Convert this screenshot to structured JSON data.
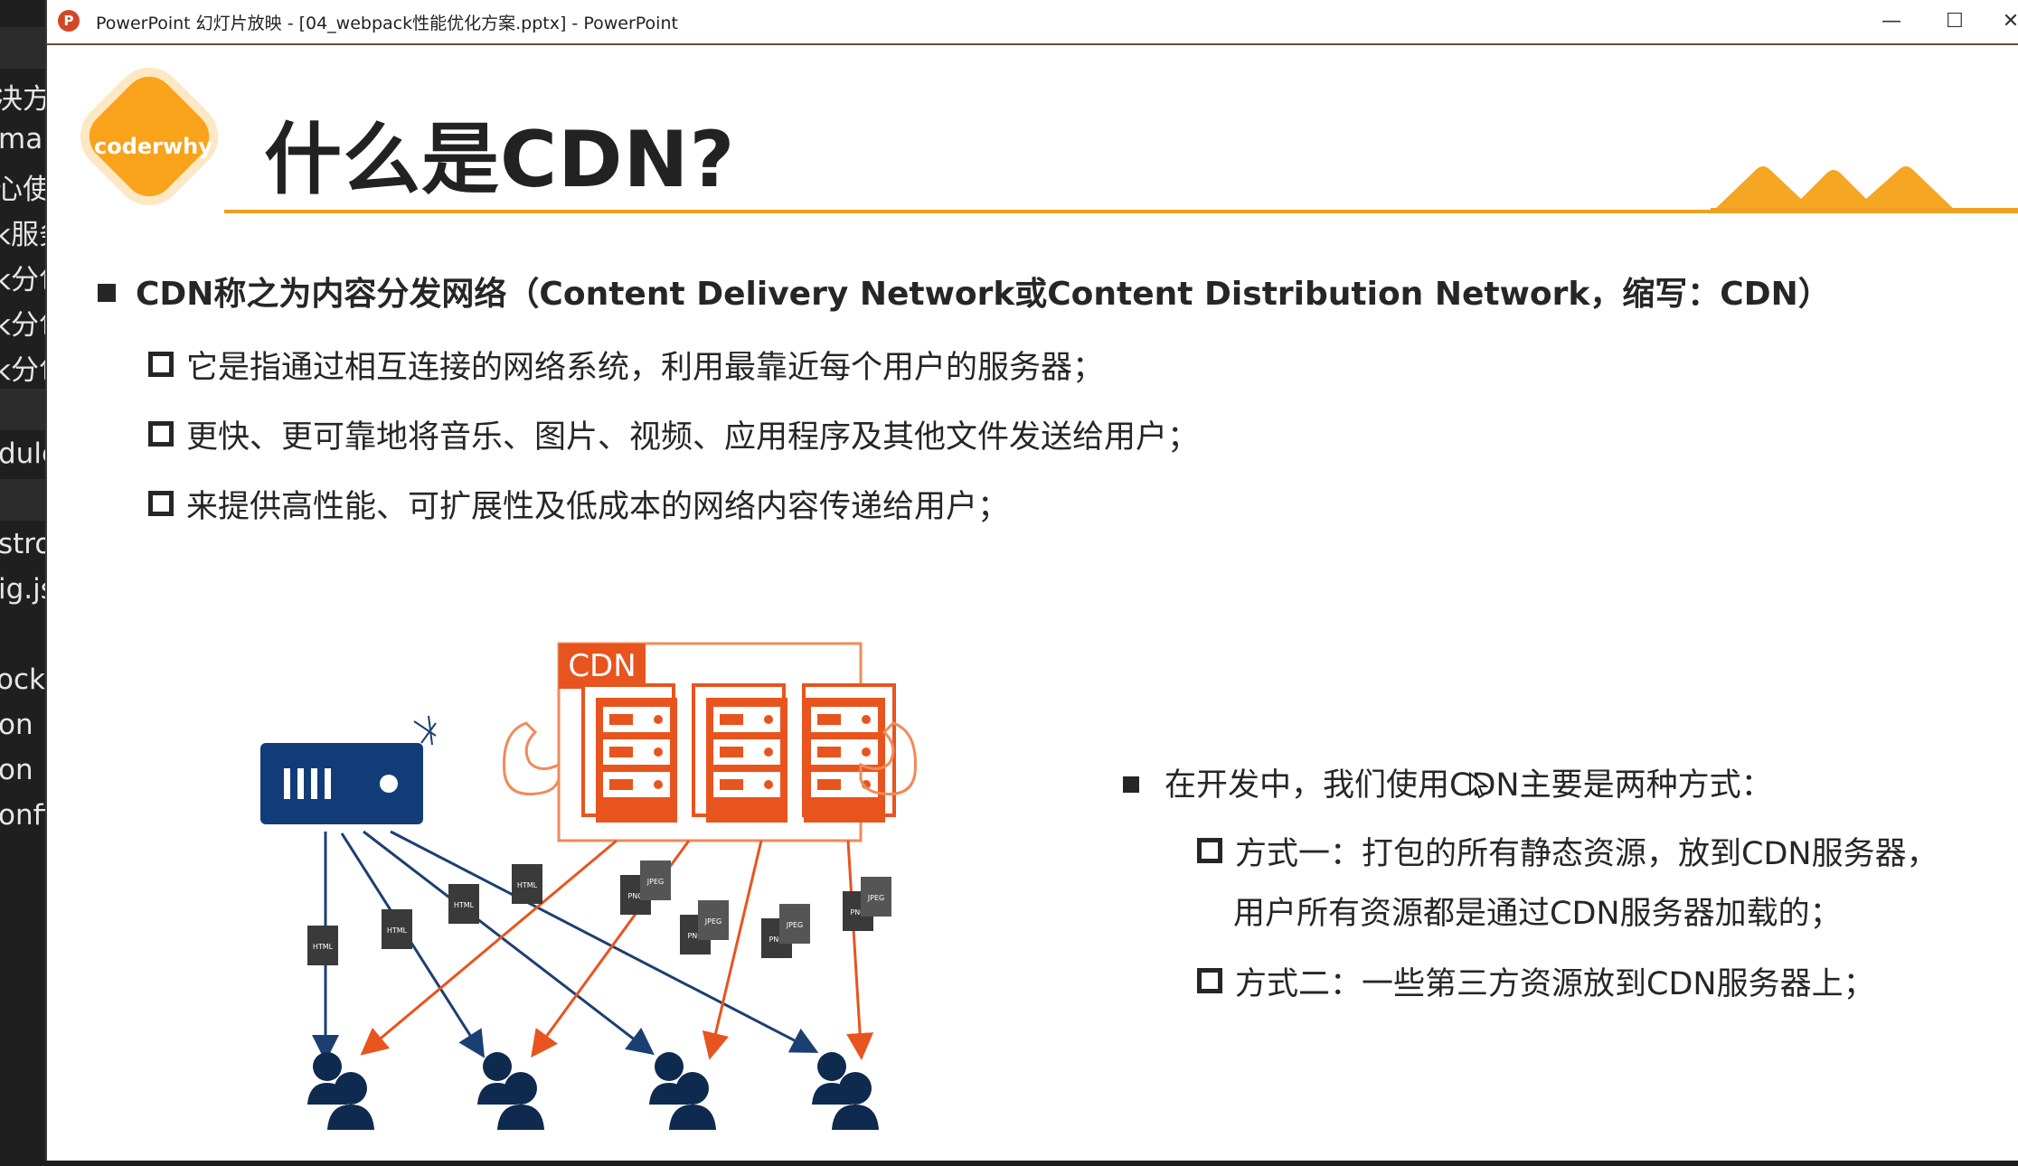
{
  "editor_strip": {
    "lines": [
      "决方案",
      "map",
      "心使",
      "k服务",
      "k分包",
      "k分包",
      "k分包",
      "dules",
      "stro",
      "ig.js",
      "ock.j",
      "on",
      "on",
      "onfi"
    ]
  },
  "window": {
    "title": "PowerPoint 幻灯片放映 - [04_webpack性能优化方案.pptx] - PowerPoint",
    "app_icon_letter": "P",
    "controls": {
      "minimize": "—",
      "maximize": "☐",
      "close": "✕"
    }
  },
  "slide": {
    "logo_text": "coderwhy",
    "title": "什么是CDN?",
    "bullet_main": "CDN称之为内容分发网络（Content Delivery Network或Content Distribution Network，缩写：CDN）",
    "sub_bullets": [
      "它是指通过相互连接的网络系统，利用最靠近每个用户的服务器；",
      "更快、更可靠地将音乐、图片、视频、应用程序及其他文件发送给用户；",
      "来提供高性能、可扩展性及低成本的网络内容传递给用户；"
    ],
    "diagram": {
      "cdn_label": "CDN",
      "file_labels": [
        "HTML",
        "HTML",
        "HTML",
        "HTML",
        "PNG",
        "JPEG",
        "PNG",
        "JPEG",
        "PNG",
        "JPEG",
        "PNG",
        "JPEG"
      ]
    },
    "right_main": "在开发中，我们使用CDN主要是两种方式：",
    "right_subs": [
      "方式一：打包的所有静态资源，放到CDN服务器，",
      "用户所有资源都是通过CDN服务器加载的；",
      "方式二：一些第三方资源放到CDN服务器上；"
    ]
  },
  "colors": {
    "accent_orange": "#f0a020",
    "cdn_red": "#e8541e",
    "server_navy": "#123c78",
    "user_navy": "#0f2a4f"
  }
}
